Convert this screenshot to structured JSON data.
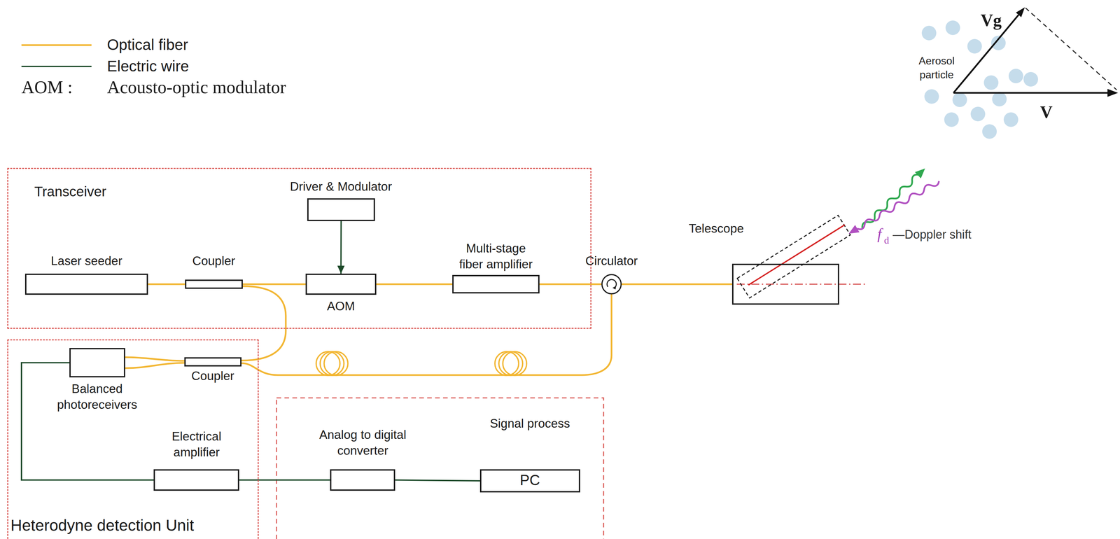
{
  "diagram": {
    "nodes": [
      {
        "text": [
          "Transceiver"
        ]
      },
      {
        "text": [
          "Laser seeder"
        ],
        "in": 0
      },
      {
        "text": [
          "Coupler"
        ],
        "in": 0
      },
      {
        "text": [
          "Driver & Modulator"
        ],
        "in": 0
      },
      {
        "text": [
          "AOM"
        ],
        "in": 0
      },
      {
        "text": [
          "Multi-stage fiber amplifier"
        ],
        "in": 0
      },
      {
        "text": [
          "Circulator"
        ]
      },
      {
        "text": [
          "Telescope"
        ]
      },
      {
        "text": [
          "Heterodyne detection Unit"
        ]
      },
      {
        "text": [
          "Balanced photoreceivers"
        ],
        "in": 8
      },
      {
        "text": [
          "Coupler"
        ],
        "in": 8
      },
      {
        "text": [
          "Electrical amplifier"
        ],
        "in": 8
      },
      {
        "text": [
          "Analog to digital converter"
        ]
      },
      {
        "text": [
          "Signal process",
          "PC"
        ]
      }
    ],
    "edges": [
      {
        "from": 1,
        "to": 2,
        "arrow": "none"
      },
      {
        "from": 2,
        "to": 4,
        "arrow": "none"
      },
      {
        "from": 3,
        "to": 4,
        "arrow": "to"
      },
      {
        "from": 4,
        "to": 5,
        "arrow": "none"
      },
      {
        "from": 5,
        "to": 6,
        "arrow": "none"
      },
      {
        "from": 6,
        "to": 7,
        "arrow": "none"
      },
      {
        "from": 2,
        "to": 10,
        "arrow": "none"
      },
      {
        "from": 6,
        "to": 10,
        "arrow": "none"
      },
      {
        "from": 10,
        "to": 9,
        "arrow": "none"
      },
      {
        "from": 10,
        "to": 9,
        "arrow": "none"
      },
      {
        "from": 9,
        "to": 11,
        "arrow": "none"
      },
      {
        "from": 11,
        "to": 12,
        "arrow": "none"
      },
      {
        "from": 12,
        "to": 13,
        "arrow": "none"
      }
    ],
    "labels": [
      "AOM :",
      "Acousto-optic modulator",
      "Aerosol particle",
      "Vg",
      "V",
      "f",
      "d",
      "—Doppler shift"
    ],
    "legend": [
      {
        "text": "Optical fiber"
      },
      {
        "text": "Electric wire"
      }
    ]
  }
}
